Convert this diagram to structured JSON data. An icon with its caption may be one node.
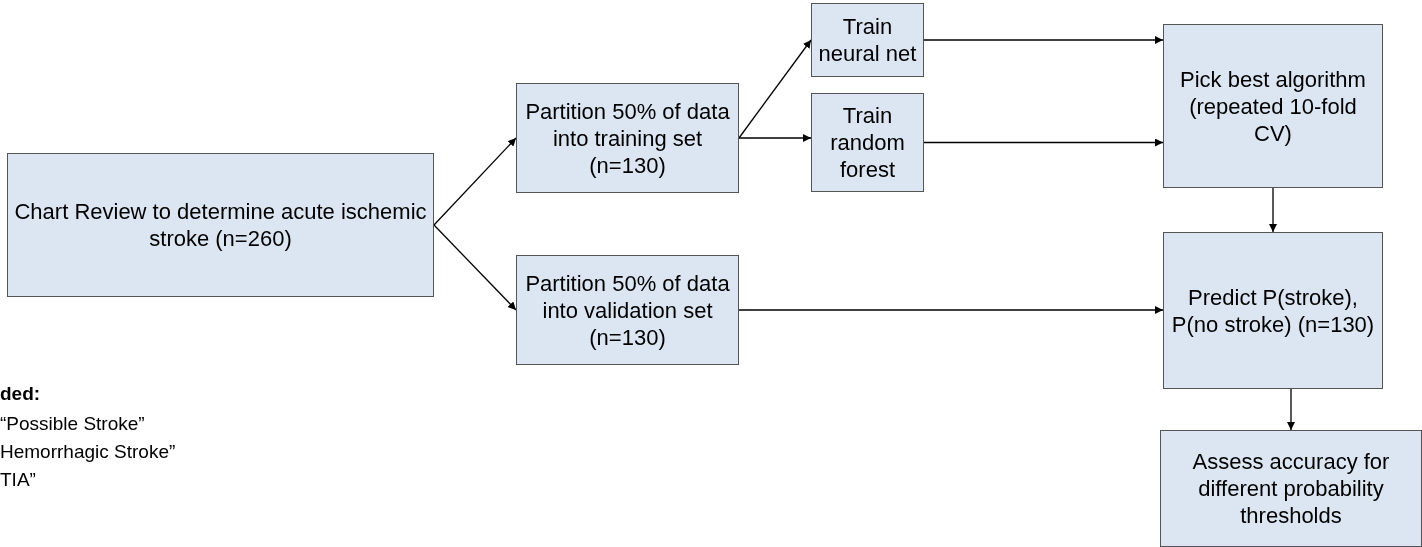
{
  "diagram": {
    "nodes": [
      {
        "text": [
          "Chart Review to determine acute ischemic stroke (n=260)"
        ]
      },
      {
        "text": [
          "Partition 50% of data into training set (n=130)"
        ]
      },
      {
        "text": [
          "Partition 50% of data into validation set (n=130)"
        ]
      },
      {
        "text": [
          "Train neural net"
        ]
      },
      {
        "text": [
          "Train random forest"
        ]
      },
      {
        "text": [
          "Pick best algorithm (repeated 10-fold CV)"
        ]
      },
      {
        "text": [
          "Predict P(stroke), P(no stroke) (n=130)"
        ]
      },
      {
        "text": [
          "Assess accuracy for different probability thresholds"
        ]
      }
    ],
    "edges": [
      {
        "from": 0,
        "to": 1,
        "arrow": "to"
      },
      {
        "from": 0,
        "to": 2,
        "arrow": "to"
      },
      {
        "from": 1,
        "to": 3,
        "arrow": "to"
      },
      {
        "from": 1,
        "to": 4,
        "arrow": "to"
      },
      {
        "from": 3,
        "to": 5,
        "arrow": "to"
      },
      {
        "from": 4,
        "to": 5,
        "arrow": "to"
      },
      {
        "from": 2,
        "to": 6,
        "arrow": "to"
      },
      {
        "from": 5,
        "to": 6,
        "arrow": "to"
      },
      {
        "from": 6,
        "to": 7,
        "arrow": "to"
      }
    ],
    "labels": [
      "ded:",
      "“Possible Stroke”",
      "Hemorrhagic Stroke”",
      "TIA”"
    ]
  }
}
